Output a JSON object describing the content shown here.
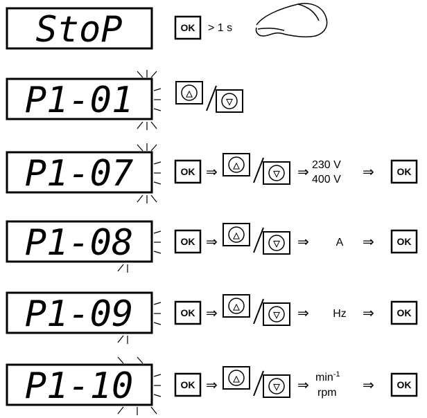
{
  "rows": [
    {
      "display": "StoP",
      "ok": "OK",
      "note": "> 1 s"
    },
    {
      "display": "P1-01"
    },
    {
      "display": "P1-07",
      "ok": "OK",
      "value_lines": [
        "230 V",
        "400 V"
      ],
      "ok2": "OK"
    },
    {
      "display": "P1-08",
      "ok": "OK",
      "value": "A",
      "ok2": "OK"
    },
    {
      "display": "P1-09",
      "ok": "OK",
      "value": "Hz",
      "ok2": "OK"
    },
    {
      "display": "P1-10",
      "ok": "OK",
      "value_sup": "min",
      "value_sup_exp": "-1",
      "value_sub": "rpm",
      "ok2": "OK"
    }
  ],
  "symbols": {
    "implies": "⇒",
    "up": "▵",
    "down": "▿"
  },
  "icons": [
    "hand-icon",
    "up-arrow-key-icon",
    "down-arrow-key-icon",
    "blink-rays-icon"
  ]
}
